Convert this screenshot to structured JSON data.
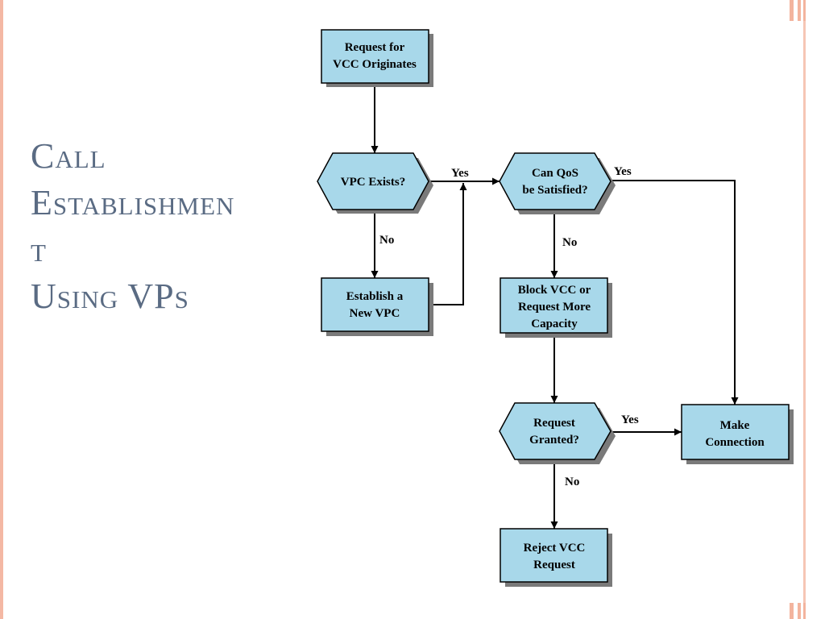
{
  "title": {
    "lines": [
      "Call",
      "Establishmen",
      "t",
      "Using VPs"
    ]
  },
  "flowchart": {
    "nodes": {
      "request_originates": [
        "Request for",
        "VCC Originates"
      ],
      "vpc_exists": [
        "VPC Exists?"
      ],
      "can_qos": [
        "Can QoS",
        "be Satisfied?"
      ],
      "establish_vpc": [
        "Establish a",
        "New VPC"
      ],
      "block_vcc": [
        "Block VCC or",
        "Request More",
        "Capacity"
      ],
      "request_granted": [
        "Request",
        "Granted?"
      ],
      "make_connection": [
        "Make",
        "Connection"
      ],
      "reject_vcc": [
        "Reject VCC",
        "Request"
      ]
    },
    "edge_labels": {
      "vpc_yes": "Yes",
      "vpc_no": "No",
      "qos_yes": "Yes",
      "qos_no": "No",
      "granted_yes": "Yes",
      "granted_no": "No"
    }
  },
  "colors": {
    "node_fill": "#a8d8ea",
    "shadow": "#7a7a7a",
    "title": "#5a6b83",
    "accent": "#f3b49e"
  }
}
